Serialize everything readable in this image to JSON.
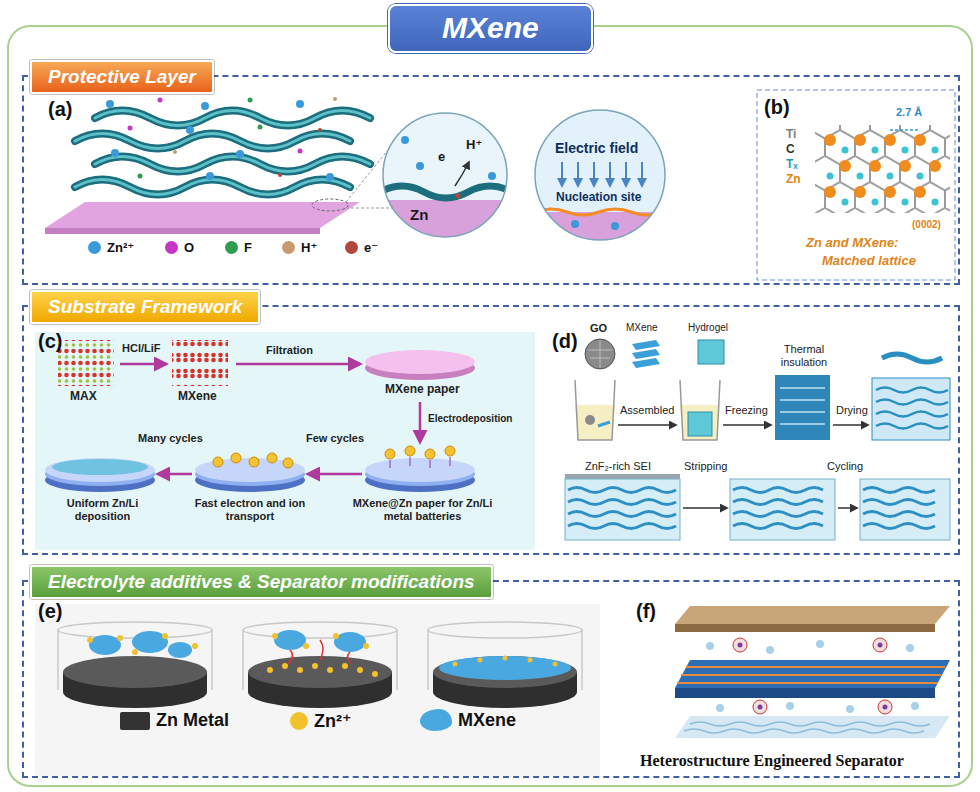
{
  "diagram": {
    "title": "MXene",
    "nodes": [
      {
        "text": [
          "Protective Layer"
        ]
      },
      {
        "text": [
          "Substrate Framework"
        ]
      },
      {
        "text": [
          "Electrolyte additives & Separator modifications"
        ]
      }
    ],
    "labels": [
      "(a)",
      "e",
      "H⁺",
      "Zn",
      "Electric field",
      "Nucleation site",
      "(b)",
      "Ti",
      "C",
      "Tₓ",
      "Zn",
      "2.7 Å",
      "Zn and MXene:",
      "Matched lattice",
      "(0002)",
      "(c)",
      "MAX",
      "HCl/LiF",
      "MXene",
      "Filtration",
      "MXene paper",
      "Electrodeposition",
      "Many cycles",
      "Few cycles",
      "Uniform Zn/Li deposition",
      "Fast electron and ion transport",
      "MXene@Zn paper for Zn/Li metal batteries",
      "(d)",
      "GO",
      "MXene",
      "Hydrogel",
      "Assembled",
      "Freezing",
      "Thermal insulation",
      "Drying",
      "ZnF₂-rich SEI",
      "Stripping",
      "Cycling",
      "(e)",
      "(f)",
      "Heterostructure Engineered Separator"
    ],
    "legend": [
      {
        "text": "Zn²⁺",
        "color": "#3a9ad9"
      },
      {
        "text": "O",
        "color": "#c437c4"
      },
      {
        "text": "F",
        "color": "#2e9d4f"
      },
      {
        "text": "H⁺",
        "color": "#c99a6e"
      },
      {
        "text": "e⁻",
        "color": "#b3473f"
      },
      {
        "text": "Zn Metal",
        "color": "#333333"
      },
      {
        "text": "Zn²⁺",
        "color": "#f2c12e"
      },
      {
        "text": "MXene",
        "color": "#4aa8e0"
      }
    ]
  }
}
